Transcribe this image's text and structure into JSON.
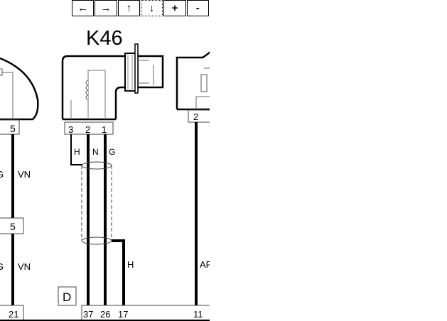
{
  "toolbar": {
    "buttons": [
      {
        "label": "←",
        "name": "pan-left"
      },
      {
        "label": "→",
        "name": "pan-right"
      },
      {
        "label": "↑",
        "name": "pan-up"
      },
      {
        "label": "↓",
        "name": "pan-down"
      },
      {
        "label": "+",
        "name": "zoom-in"
      },
      {
        "label": "-",
        "name": "zoom-out"
      }
    ]
  },
  "diagram": {
    "component_title": "K46",
    "left_component": {
      "pin": "5",
      "wire_color_left": "G",
      "wire_color": "VN",
      "mid_connector": "5",
      "wire_color_left_2": "G",
      "wire_color_2": "VN",
      "bottom_pin": "21"
    },
    "k46_pins": [
      "3",
      "2",
      "1"
    ],
    "k46_wire_colors": [
      "H",
      "N",
      "G"
    ],
    "shield_wire_color": "H",
    "right_component": {
      "pin": "2",
      "wire_color": "AR",
      "bottom_pin": "11"
    },
    "ground_label": "D",
    "bottom_pins": [
      "37",
      "26",
      "17"
    ]
  }
}
